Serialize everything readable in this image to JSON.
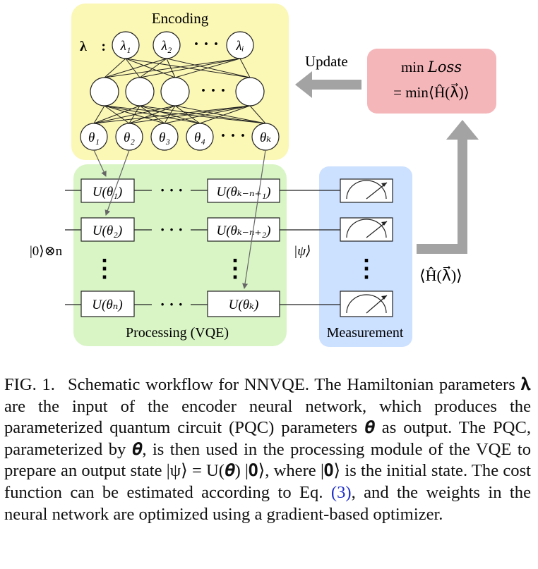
{
  "figure": {
    "encoding_title": "Encoding",
    "lambda_label": "λ⃗ :",
    "inputs": [
      "λ₁",
      "λ₂",
      "λᵢ"
    ],
    "hidden_dots": "· · ·",
    "input_dots": "· · ·",
    "outputs": [
      "θ₁",
      "θ₂",
      "θ₃",
      "θ₄",
      "θₖ"
    ],
    "output_dots": "· · ·",
    "gates_left": [
      "U(θ₁)",
      "U(θ₂)",
      "U(θₙ)"
    ],
    "gates_right": [
      "U(θₖ₋ₙ₊₁)",
      "U(θₖ₋ₙ₊₂)",
      "U(θₖ)"
    ],
    "wire_dots": "· · ·",
    "vdots": "⋮",
    "initial_state": "|0⟩⊗n",
    "psi_label": "|ψ⟩",
    "processing_title": "Processing (VQE)",
    "measurement_title": "Measurement",
    "update_label": "Update",
    "loss_line1": "min 𝐿𝑜𝑠𝑠",
    "loss_line2": "= min⟨Ĥ(λ⃗)⟩",
    "expectation_label": "⟨Ĥ(λ⃗)⟩",
    "colors": {
      "encoding_bg": "#fbf7b4",
      "processing_bg": "#d9f5c6",
      "measurement_bg": "#cce0ff",
      "loss_bg": "#f5b6ba",
      "arrow_gray": "#a3a3a3"
    }
  },
  "caption": {
    "label": "FIG. 1.",
    "text_before_ref": "Schematic workflow for NNVQE. The Hamiltonian parameters 𝛌 are the input of the encoder neural network, which produces the parameterized quantum circuit (PQC) parameters 𝜽 as output. The PQC, parameterized by 𝜽, is then used in the processing module of the VQE to prepare an output state |ψ⟩ = U(𝜽) |𝟎⟩, where |𝟎⟩ is the initial state. The cost function can be estimated according to Eq.",
    "ref": "(3)",
    "text_after_ref": ", and the weights in the neural network are optimized using a gradient-based optimizer."
  }
}
